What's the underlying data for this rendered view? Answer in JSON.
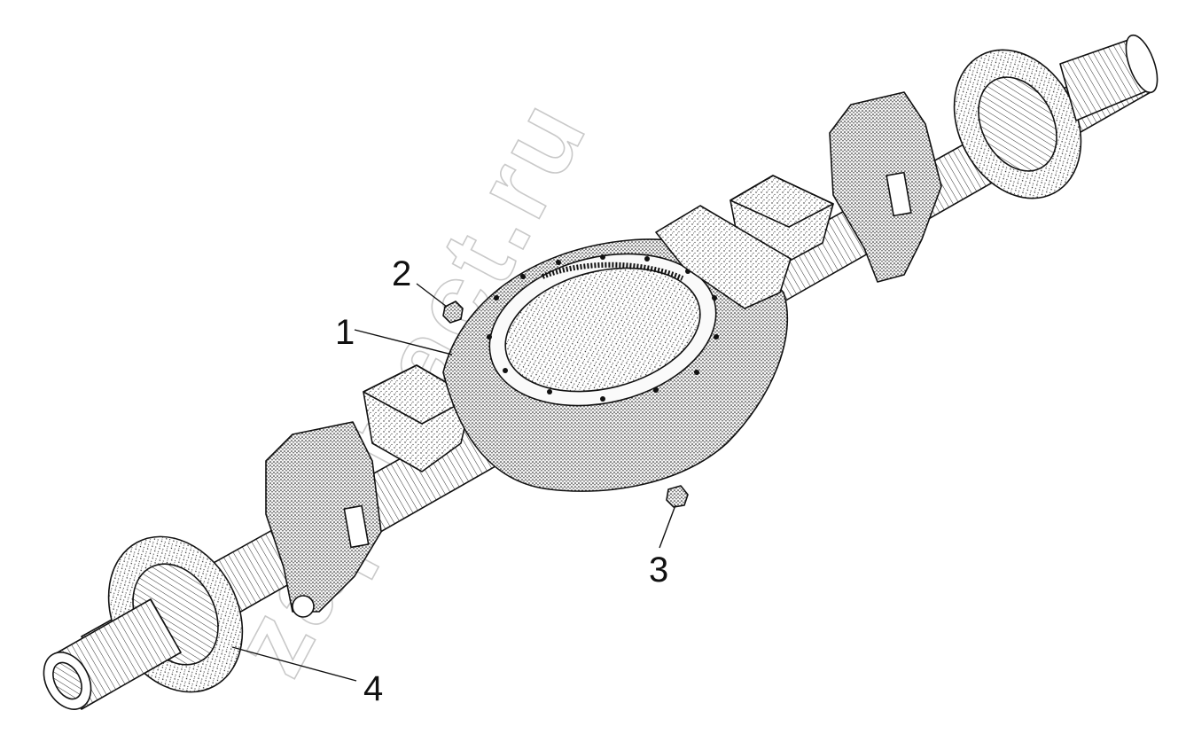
{
  "diagram": {
    "watermark": "zap-tract.ru",
    "callouts": [
      {
        "id": "1",
        "label": "1"
      },
      {
        "id": "2",
        "label": "2"
      },
      {
        "id": "3",
        "label": "3"
      },
      {
        "id": "4",
        "label": "4"
      }
    ]
  }
}
